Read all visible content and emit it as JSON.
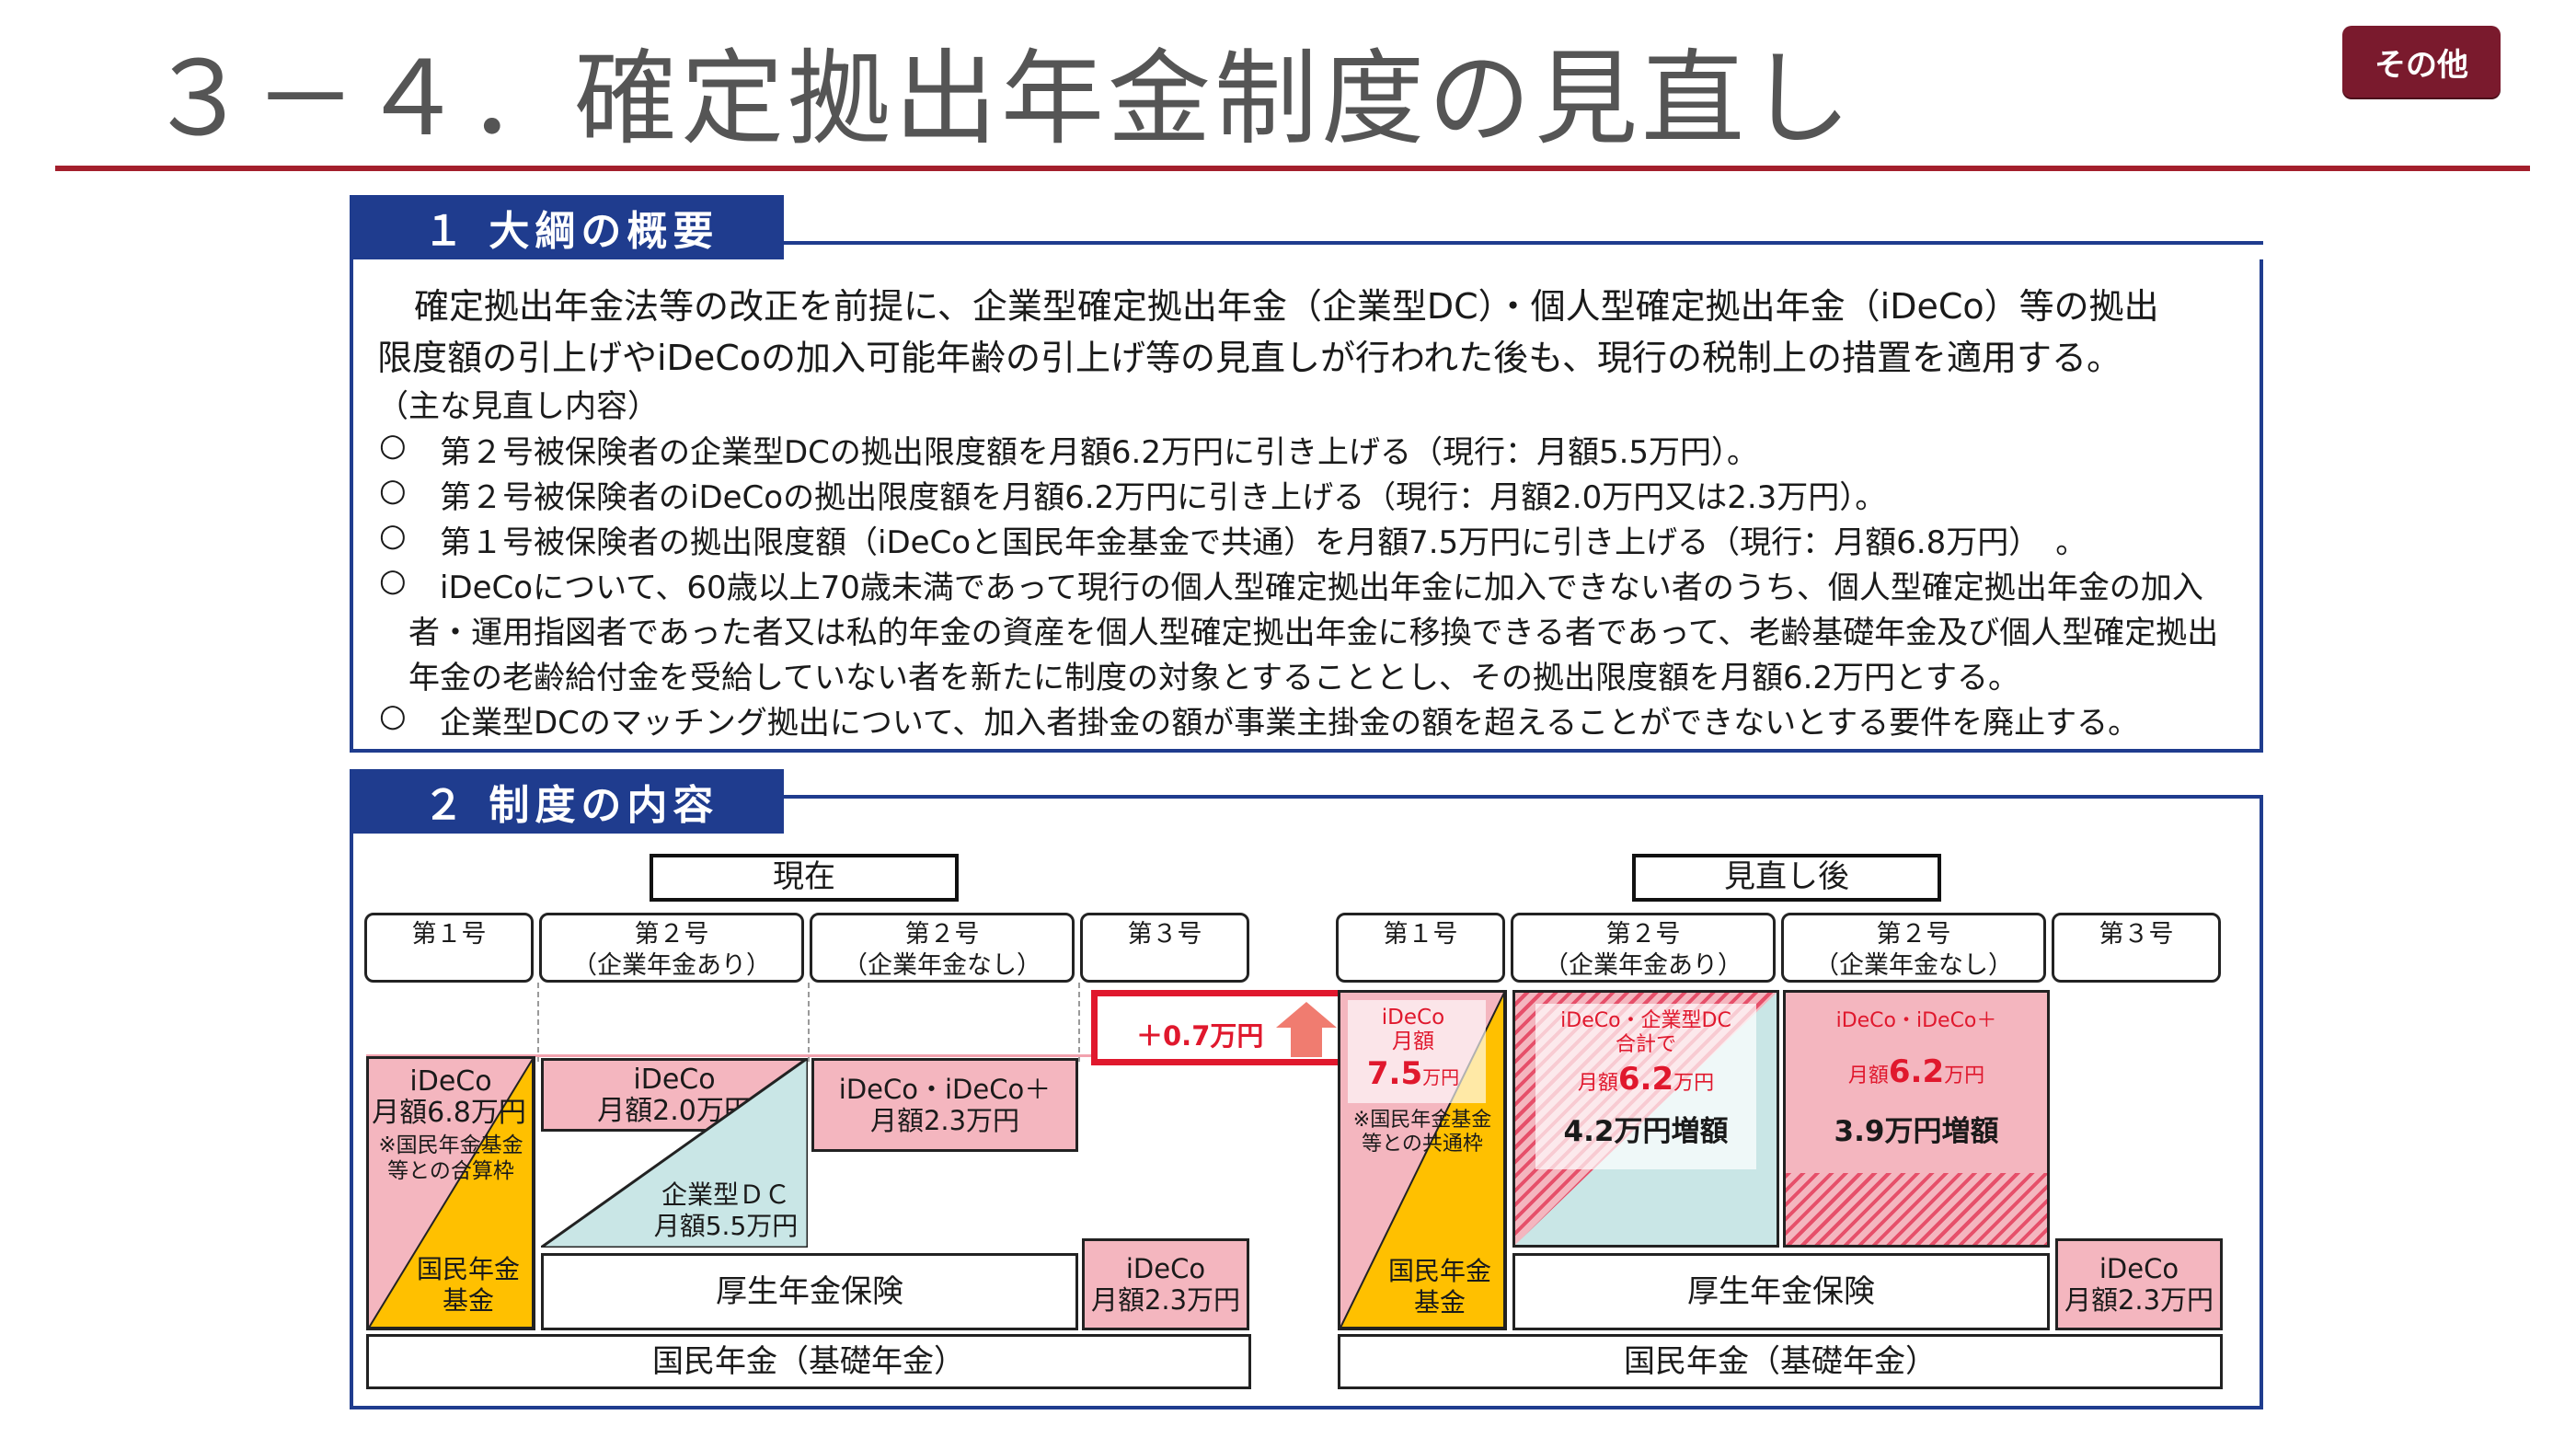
{
  "header": {
    "title": "３－４．確定拠出年金制度の見直し",
    "badge": "その他"
  },
  "section1": {
    "heading": "１ 大綱の概要",
    "intro_line1": "確定拠出年金法等の改正を前提に、企業型確定拠出年金（企業型DC）・個人型確定拠出年金（iDeCo）等の拠出",
    "intro_line2": "限度額の引上げやiDeCoの加入可能年齢の引上げ等の見直しが行われた後も、現行の税制上の措置を適用する。",
    "sub_heading": "（主な見直し内容）",
    "bullet_mark": "○",
    "bullets": [
      "第２号被保険者の企業型DCの拠出限度額を月額6.2万円に引き上げる（現行：月額5.5万円）。",
      "第２号被保険者のiDeCoの拠出限度額を月額6.2万円に引き上げる（現行：月額2.0万円又は2.3万円）。",
      "第１号被保険者の拠出限度額（iDeCoと国民年金基金で共通）を月額7.5万円に引き上げる（現行：月額6.8万円）　。",
      "iDeCoについて、60歳以上70歳未満であって現行の個人型確定拠出年金に加入できない者のうち、個人型確定拠出年金の加入",
      "企業型DCのマッチング拠出について、加入者掛金の額が事業主掛金の額を超えることができないとする要件を廃止する。"
    ],
    "bullet4_cont1": "者・運用指図者であった者又は私的年金の資産を個人型確定拠出年金に移換できる者であって、老齢基礎年金及び個人型確定拠出",
    "bullet4_cont2": "年金の老齢給付金を受給していない者を新たに制度の対象とすることとし、その拠出限度額を月額6.2万円とする。"
  },
  "section2": {
    "heading": "２ 制度の内容",
    "current": {
      "label": "現在",
      "tiers": [
        {
          "line1": "第１号",
          "line2": ""
        },
        {
          "line1": "第２号",
          "line2": "（企業年金あり）"
        },
        {
          "line1": "第２号",
          "line2": "（企業年金なし）"
        },
        {
          "line1": "第３号",
          "line2": ""
        }
      ],
      "t1_ideco": "iDeCo",
      "t1_amount": "月額6.8万円",
      "t1_note1": "※国民年金基金",
      "t1_note2": "等との合算枠",
      "t1_kikin1": "国民年金",
      "t1_kikin2": "基金",
      "t2_ideco": "iDeCo",
      "t2_amount": "月額2.0万円",
      "t2_dc": "企業型ＤＣ",
      "t2_dc_amount": "月額5.5万円",
      "t3_ideco": "iDeCo・iDeCo＋",
      "t3_amount": "月額2.3万円",
      "t4_ideco": "iDeCo",
      "t4_amount": "月額2.3万円",
      "kosei": "厚生年金保険",
      "kokumin": "国民年金（基礎年金）"
    },
    "increase_callout": "＋0.7万円",
    "revised": {
      "label": "見直し後",
      "tiers": [
        {
          "line1": "第１号",
          "line2": ""
        },
        {
          "line1": "第２号",
          "line2": "（企業年金あり）"
        },
        {
          "line1": "第２号",
          "line2": "（企業年金なし）"
        },
        {
          "line1": "第３号",
          "line2": ""
        }
      ],
      "t1_ideco": "iDeCo",
      "t1_getsugaku": "月額",
      "t1_amount_num": "7.5",
      "t1_amount_unit": "万円",
      "t1_note1": "※国民年金基金",
      "t1_note2": "等との共通枠",
      "t1_kikin1": "国民年金",
      "t1_kikin2": "基金",
      "t2_line1": "iDeCo・企業型DC",
      "t2_line2": "合計で",
      "t2_getsugaku": "月額",
      "t2_amount_num": "6.2",
      "t2_amount_unit": "万円",
      "t2_increase": "4.2万円増額",
      "t3_line1": "iDeCo・iDeCo＋",
      "t3_getsugaku": "月額",
      "t3_amount_num": "6.2",
      "t3_amount_unit": "万円",
      "t3_increase": "3.9万円増額",
      "t4_ideco": "iDeCo",
      "t4_amount": "月額2.3万円",
      "kosei": "厚生年金保険",
      "kokumin": "国民年金（基礎年金）"
    }
  },
  "colors": {
    "navy": "#1f3c8e",
    "rule_red": "#a31f2c",
    "badge": "#7a1a2d",
    "pink": "#f4b6bf",
    "gold": "#ffc000",
    "teal": "#c9e6e6",
    "emphasis_red": "#e0182d"
  }
}
